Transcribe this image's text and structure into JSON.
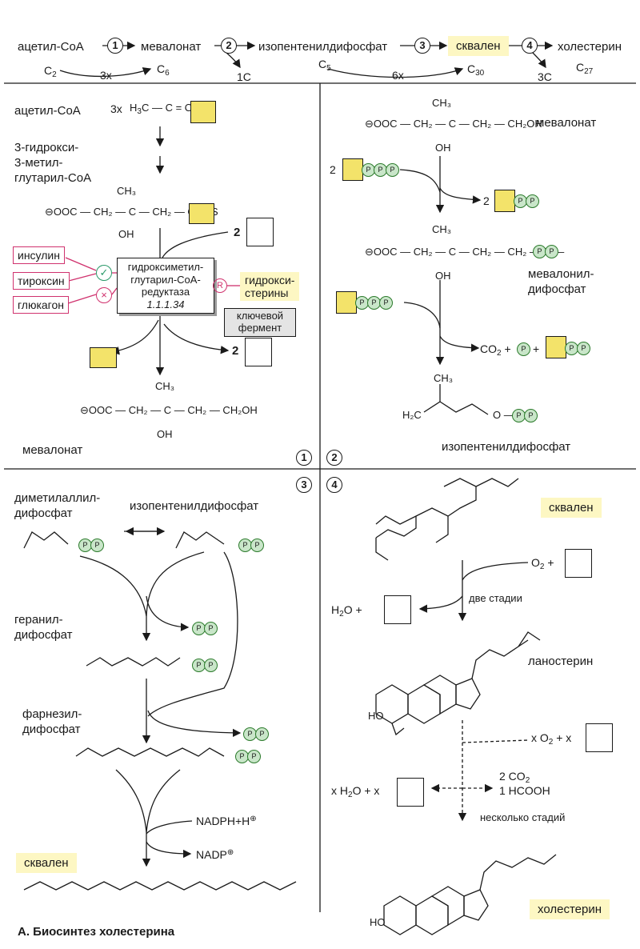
{
  "top_pathway": {
    "acetyl": "ацетил-CoA",
    "step1": "1",
    "mevalonate": "мевалонат",
    "step2": "2",
    "ipp": "изопентенилдифосфат",
    "step3": "3",
    "squalene": "сквален",
    "step4": "4",
    "cholesterol": "холестерин",
    "c2": "C",
    "c2_sub": "2",
    "times3": "3x",
    "c6": "C",
    "c6_sub": "6",
    "one_c": "1C",
    "c5": "C",
    "c5_sub": "5",
    "times6": "6x",
    "c30": "C",
    "c30_sub": "30",
    "three_c": "3C",
    "c27": "C",
    "c27_sub": "27"
  },
  "panel1": {
    "acetyl_coa": "ацетил-CoA",
    "acetyl_count": "3x",
    "acetyl_formula_a": "H",
    "acetyl_formula_sub": "3",
    "acetyl_formula_b": "C",
    "hmg_line1": "3-гидрокси-",
    "hmg_line2": "3-метил-",
    "hmg_line3": "глутарил-CoA",
    "insulin": "инсулин",
    "thyroxine": "тироксин",
    "glucagon": "глюкагон",
    "enzyme_line1": "гидроксиметил-",
    "enzyme_line2": "глутарил-CoA-",
    "enzyme_line3": "редуктаза",
    "enzyme_ec": "1.1.1.34",
    "key_line1": "ключевой",
    "key_line2": "фермент",
    "hydroxysterols_line1": "гидрокси-",
    "hydroxysterols_line2": "стерины",
    "nadph_count_in": "2",
    "nadp_count_out": "2",
    "mevalonate": "мевалонат",
    "panel_tag": "1"
  },
  "panel2": {
    "mevalonate": "мевалонат",
    "atp_in": "2",
    "adp_out": "2",
    "mevalonyl_line1": "мевалонил-",
    "mevalonyl_line2": "дифосфат",
    "co2": "CO",
    "co2_sub": "2",
    "plus1": "+",
    "plus2": "+",
    "ipp": "изопентенилдифосфат",
    "panel_tag": "2"
  },
  "panel3": {
    "dmapp_line1": "диметилаллил-",
    "dmapp_line2": "дифосфат",
    "ipp": "изопентенилдифосфат",
    "geranyl_line1": "геранил-",
    "geranyl_line2": "дифосфат",
    "farnesyl_line1": "фарнезил-",
    "farnesyl_line2": "дифосфат",
    "nadph": "NADPH+H",
    "nadp": "NADP",
    "squalene": "сквален",
    "panel_tag": "3"
  },
  "panel4": {
    "squalene": "сквален",
    "o2": "O",
    "o2_sub": "2",
    "o2_plus": "+",
    "h2o": "H",
    "h2o_sub": "2",
    "h2o_o": "O +",
    "two_stages": "две стадии",
    "lanosterol": "ланостерин",
    "x_o2": "x O",
    "x_o2_sub": "2",
    "x_o2_tail": "+ x",
    "x_h2o": "x H",
    "x_h2o_sub": "2",
    "x_h2o_tail": "O + x",
    "co2_line": "2 CO",
    "co2_line_sub": "2",
    "hcooh": "1 HCOOH",
    "several_steps": "несколько стадий",
    "cholesterol": "холестерин",
    "panel_tag": "4"
  },
  "figure_title": "А. Биосинтез холестерина",
  "colors": {
    "highlight": "#fdf7c3",
    "phosphate": "#c9e6c9",
    "phosphate_border": "#2b7a2b",
    "regulator": "#d0326e",
    "check": "#2b9a6a",
    "coa_box": "#f3e36a"
  }
}
